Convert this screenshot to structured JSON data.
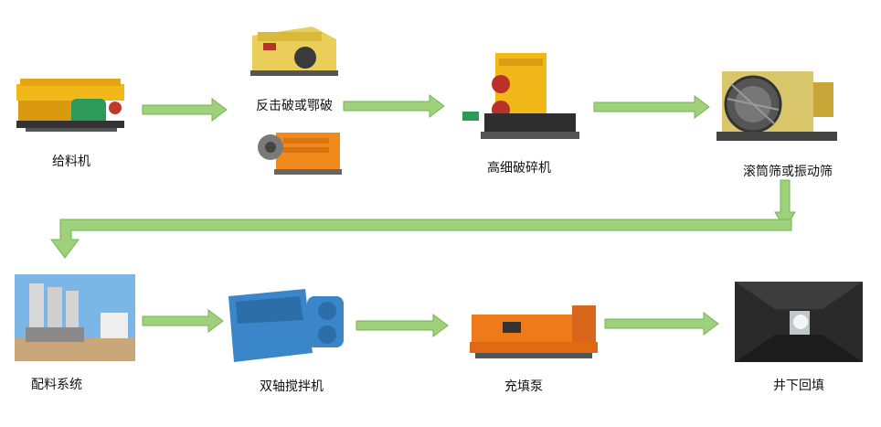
{
  "flow": {
    "top_row": [
      {
        "id": "feeder",
        "label": "给料机"
      },
      {
        "id": "crusher",
        "label": "反击破或鄂破"
      },
      {
        "id": "fine_crusher",
        "label": "高细破碎机"
      },
      {
        "id": "screen",
        "label": "滚筒筛或振动筛"
      }
    ],
    "bottom_row": [
      {
        "id": "batching",
        "label": "配料系统"
      },
      {
        "id": "mixer",
        "label": "双轴搅拌机"
      },
      {
        "id": "pump",
        "label": "充填泵"
      },
      {
        "id": "backfill",
        "label": "井下回填"
      }
    ]
  },
  "colors": {
    "arrow_fill": "#9fd07a",
    "arrow_stroke": "#76b356",
    "machine_yellow": "#f2b81a",
    "machine_orange": "#f08a1c",
    "machine_green": "#2e9a5a",
    "mixer_blue": "#3a86c8",
    "pump_orange": "#ee7a1a",
    "sky_blue": "#7bb7e6",
    "mine_dark": "#2a2a2a"
  }
}
